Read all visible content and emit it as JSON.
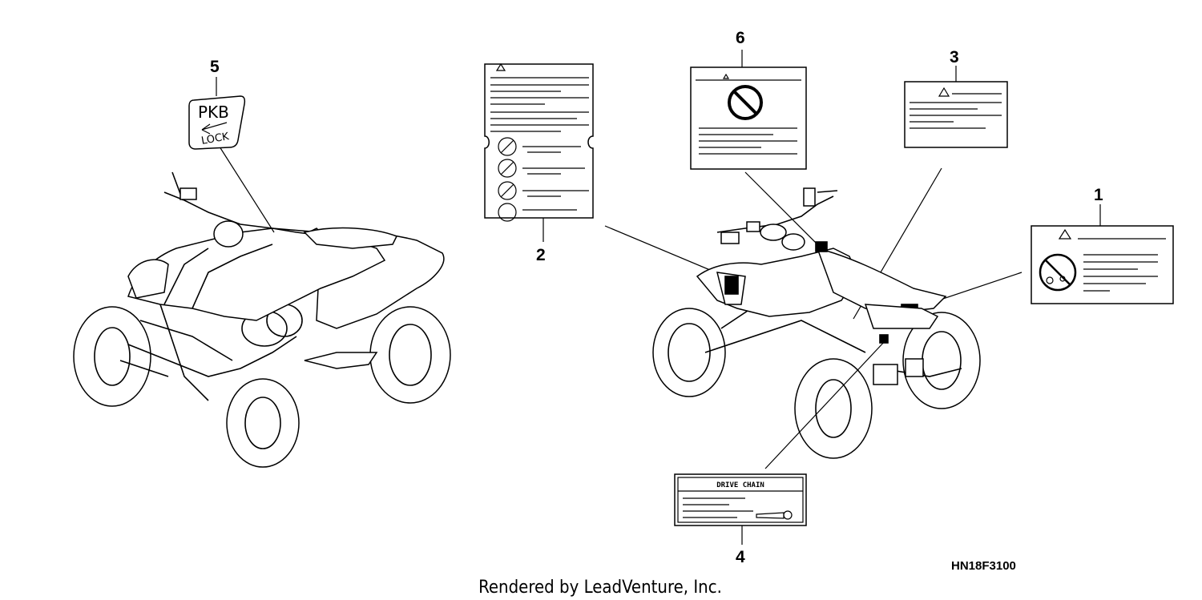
{
  "callouts": [
    {
      "number": "1"
    },
    {
      "number": "2"
    },
    {
      "number": "3"
    },
    {
      "number": "4"
    },
    {
      "number": "5"
    },
    {
      "number": "6"
    }
  ],
  "labels": {
    "pkb_label": {
      "line1": "PKB",
      "line2": "LOCK"
    },
    "drive_chain_label": {
      "title": "DRIVE CHAIN"
    }
  },
  "diagram_code": "HN18F3100",
  "credit": "Rendered by LeadVenture, Inc."
}
